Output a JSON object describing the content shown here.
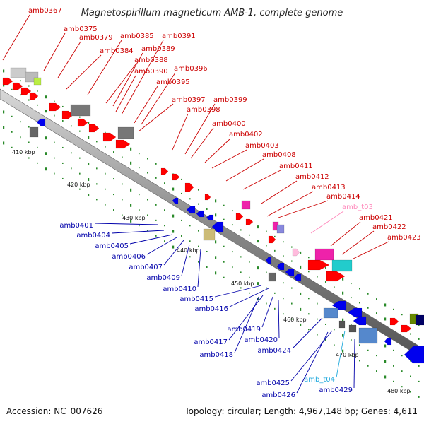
{
  "title": "Magnetospirillum magneticum AMB-1, complete genome",
  "footer": {
    "accession": "Accession: NC_007626",
    "summary": "Topology: circular; Length: 4,967,148 bp; Genes: 4,611"
  },
  "colors": {
    "forward_label": "#cc0000",
    "reverse_label": "#0000aa",
    "rna_label_forward": "#ff88bb",
    "rna_label_reverse": "#22aadd",
    "forward_feature": "#ff0000",
    "reverse_feature": "#0000ee",
    "tick": "#2a8a2a",
    "backbone": "#888888"
  },
  "kbp_labels": [
    "410 kbp",
    "420 kbp",
    "430 kbp",
    "440 kbp",
    "450 kbp",
    "460 kbp",
    "470 kbp",
    "480 kbp"
  ],
  "forward_labels": [
    "amb0367",
    "amb0375",
    "amb0379",
    "amb0384",
    "amb0385",
    "amb0388",
    "amb0389",
    "amb0390",
    "amb0391",
    "amb0395",
    "amb0396",
    "amb0397",
    "amb0398",
    "amb0399",
    "amb0400",
    "amb0402",
    "amb0403",
    "amb0408",
    "amb0411",
    "amb0412",
    "amb0413",
    "amb0414",
    "amb_t03",
    "amb0421",
    "amb0422",
    "amb0423"
  ],
  "reverse_labels": [
    "amb0401",
    "amb0404",
    "amb0405",
    "amb0406",
    "amb0407",
    "amb0409",
    "amb0410",
    "amb0415",
    "amb0416",
    "amb0419",
    "amb0417",
    "amb0420",
    "amb0418",
    "amb0424",
    "amb0425",
    "amb_t04",
    "amb0426",
    "amb0429"
  ]
}
